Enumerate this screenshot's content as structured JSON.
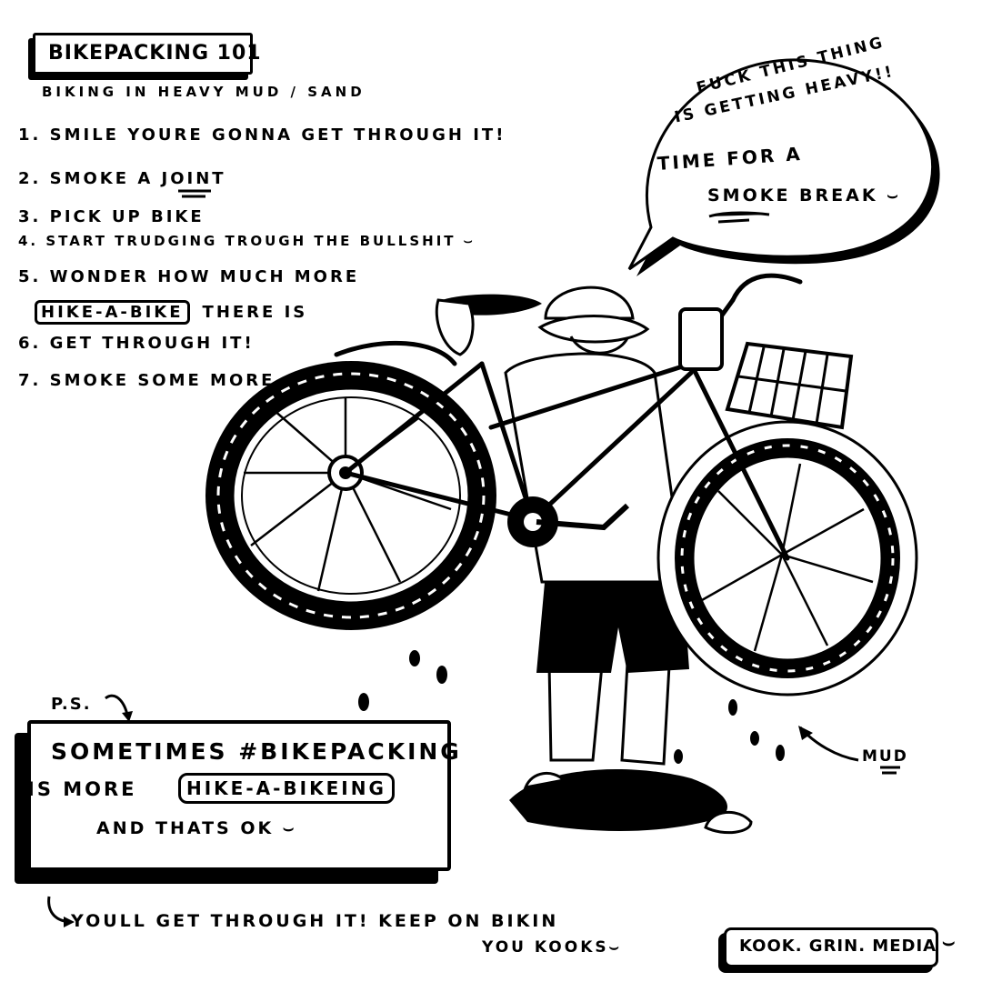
{
  "title": "BIKEPACKING 101",
  "subtitle": "BIKING IN HEAVY MUD / SAND",
  "steps": {
    "s1": "1. SMILE YOURE GONNA GET THROUGH IT!",
    "s2": "2. SMOKE A JOINT",
    "s3": "3. PICK UP BIKE",
    "s4": "4. START TRUDGING TROUGH THE BULLSHIT",
    "s5": "5. WONDER HOW MUCH MORE",
    "s5_boxed": "HIKE-A-BIKE",
    "s5_rest": "THERE IS",
    "s6": "6. GET THROUGH IT!",
    "s7": "7. SMOKE SOME MORE"
  },
  "speech_bubble": {
    "line1": "FUCK THIS THING",
    "line2": "IS GETTING HEAVY!!",
    "line3": "TIME FOR A",
    "line4": "SMOKE BREAK"
  },
  "ps": {
    "label": "P.S.",
    "line1": "SOMETIMES #BIKEPACKING",
    "line2_start": "IS MORE",
    "line2_boxed": "HIKE-A-BIKEING",
    "line3": "AND THATS OK"
  },
  "footer": {
    "line1": "YOULL GET THROUGH IT! KEEP ON BIKIN",
    "line2": "YOU KOOKS"
  },
  "mud_label": "MUD",
  "brand": "KOOK. GRIN. MEDIA",
  "smiley": "⌣"
}
